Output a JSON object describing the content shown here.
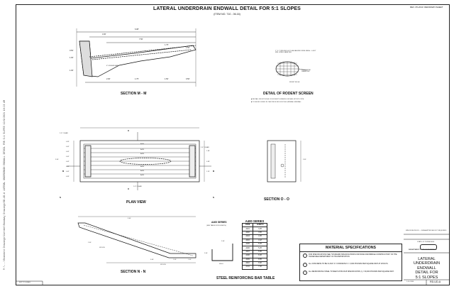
{
  "sidebar": {
    "path": "P:\\...\\Standard Drawings\\Current\\Roadway Drawings\\RD-UD-A  LATERAL UNDERDRAIN ENDWALL DETAIL FOR 5:1 SLOPES  12/9/2021 10:23 AM"
  },
  "header": {
    "title": "LATERAL UNDERDRAIN ENDWALL DETAIL FOR 5:1 SLOPES",
    "item_no": "(ITEM NO. 710 - 06.16)",
    "rev": "REV. 05-2013: REDRAWN SHEET"
  },
  "section_mm": {
    "caption": "SECTION M - M",
    "dims": [
      "6.08'",
      "3.30'",
      "7.50'",
      "1.75'",
      "1.50'",
      "0.50'",
      "1.00'",
      "1.00'",
      "2.00'",
      "1.75'",
      "1.50'",
      "0.50'"
    ],
    "note": "6\" UNDERDRAIN"
  },
  "rodent": {
    "caption": "DETAIL OF RODENT SCREEN",
    "note1": "1\" X 1\" WELDED HOT GALVANIZED WIRE MESH - 0.063\" MIN. WIRE DIAMETER",
    "note2": "PIPE INSIDE DIAMETER",
    "note3": "FRONT EDGE",
    "notes": [
      "INSTALL FRONT EDGE OF RODENT SCREEN 6 INCHES UP INTO PIPE",
      "TO BE INCLUDED IN THE PRICE BID FOR THE LATERAL ENDWALL"
    ]
  },
  "plan": {
    "caption": "PLAN VIEW",
    "clear1": "2.0\" CLEAR",
    "clear2": "2.0\" CLEAR",
    "clear3": "2.0\" CLEAR",
    "left_dims": [
      "0.33'",
      "0.42'",
      "0.42'",
      "0.42'",
      "0.42'",
      "0.42'",
      "0.42'",
      "0.33'"
    ],
    "total": "3.00'",
    "right_dims": [
      "1.38'",
      "0.38'",
      "1.25'"
    ],
    "bars": [
      "A400",
      "A400",
      "A400",
      "A400",
      "A400",
      "A400"
    ],
    "labels": {
      "o": "O",
      "m": "M",
      "n": "N"
    }
  },
  "section_oo": {
    "caption": "SECTION O - O",
    "dim": "3.00'"
  },
  "section_nn": {
    "caption": "SECTION N - N",
    "dims": [
      "2.50'",
      "3.00'",
      "3.00'",
      "1.50'",
      "1.00'"
    ],
    "splice": "SPLICE"
  },
  "a400_series": {
    "label": "A400 SERIES",
    "sub": "(SEE TABLE FOR LENGTH)",
    "mark": "W401",
    "dims": [
      "2.00'",
      "2.00'"
    ]
  },
  "bar_table": {
    "caption": "STEEL REINFORCING BAR TABLE",
    "title": "A400 SERIES",
    "headers": [
      "CODE",
      "LENGTH"
    ],
    "rows": [
      [
        "A401",
        "3.25'"
      ],
      [
        "A402",
        "3.65'"
      ],
      [
        "A403",
        "4.05'"
      ],
      [
        "A404",
        "4.42'"
      ],
      [
        "A405",
        "5.45'"
      ],
      [
        "A406",
        "5.25'"
      ],
      [
        "A407",
        "5.95'"
      ],
      [
        "A408",
        "6.30'"
      ],
      [
        "A409",
        "6.55'"
      ],
      [
        "A410",
        "6.60'"
      ],
      [
        "A411",
        "7.00'"
      ]
    ]
  },
  "material": {
    "header": "MATERIAL SPECIFICATIONS",
    "specs": [
      {
        "n": "1",
        "text": "FOR SPECIFICATIONS SEE \"STANDARD SPECIFICATIONS FOR ROAD AND BRIDGE CONSTRUCTION\" OF THE TENNESSEE DEPARTMENT OF TRANSPORTATION."
      },
      {
        "n": "2",
        "text": "ALL CONCRETE TO BE CLASS \"A\" CONCRETE f'c = 3,000 POUNDS PER SQUARE INCH AT 28 DAYS."
      },
      {
        "n": "3",
        "text": "ALL REINFORCING STEEL TO MEET ASTM A615 SPECIFICATION, fy = 60,000 POUNDS PER SQUARE INCH."
      }
    ]
  },
  "title_block": {
    "minor": "MINOR REVISION — FHWA APPROVAL NOT REQUIRED",
    "state": "STATE OF TENNESSEE",
    "dept": "DEPARTMENT OF TRANSPORTATION",
    "name_lines": [
      "LATERAL",
      "UNDERDRAIN",
      "ENDWALL",
      "DETAIL FOR",
      "5:1 SLOPES"
    ],
    "date": "1-14-1998",
    "code": "RD-UD-A"
  },
  "footer": {
    "not_to_scale": "NOT TO SCALE"
  }
}
